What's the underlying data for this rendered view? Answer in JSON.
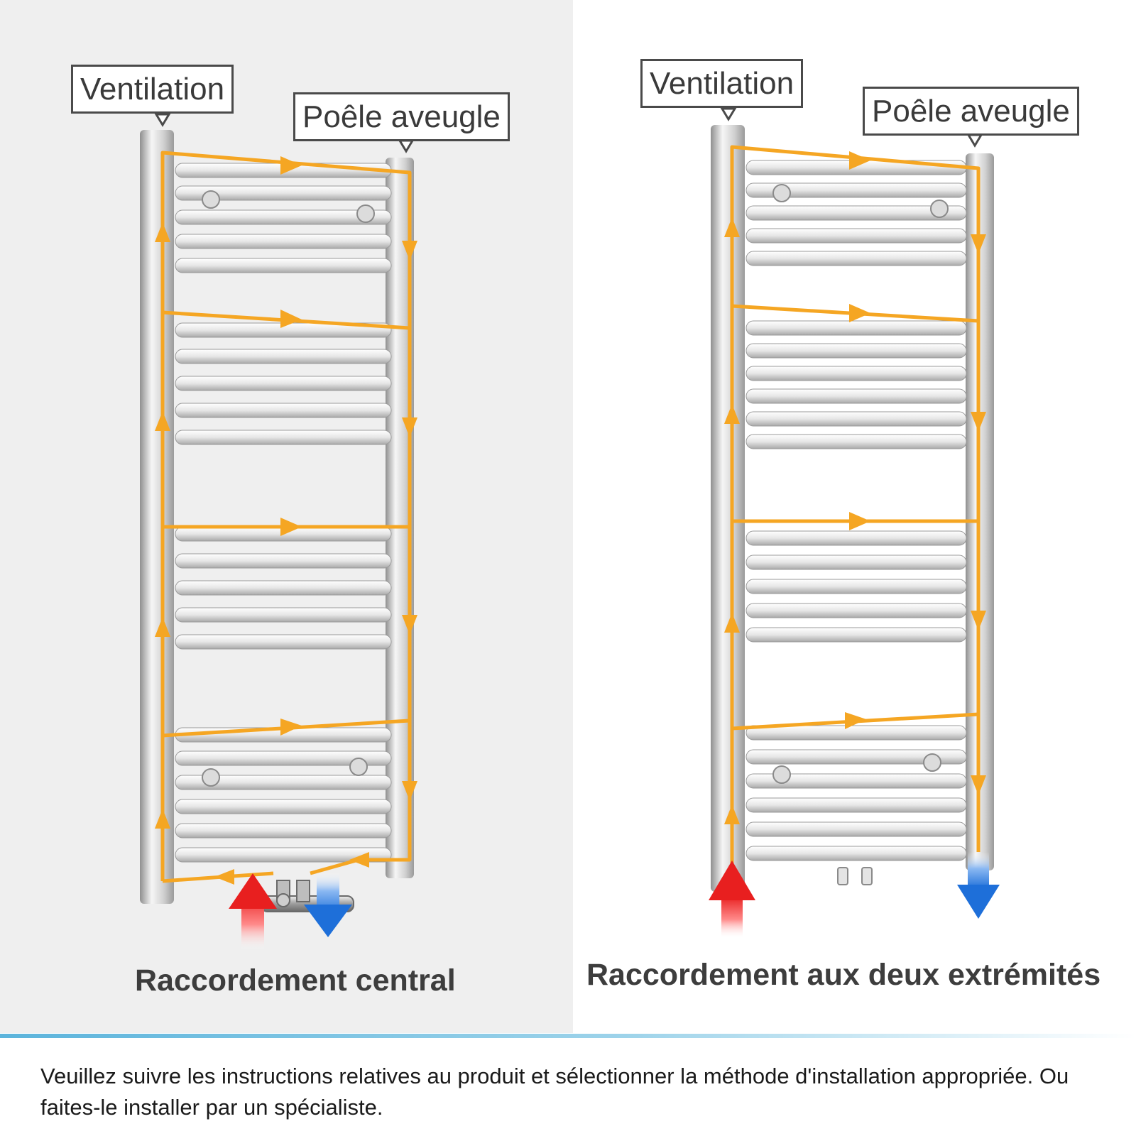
{
  "left": {
    "label_ventilation": "Ventilation",
    "label_blind_plug": "Poêle aveugle",
    "caption": "Raccordement central"
  },
  "right": {
    "label_ventilation": "Ventilation",
    "label_blind_plug": "Poêle aveugle",
    "caption": "Raccordement aux deux extrémités"
  },
  "footer": {
    "note": "Veuillez suivre les instructions relatives au produit et sélectionner la méthode d'installation appropriée. Ou faites-le installer par un spécialiste."
  },
  "colors": {
    "flow": "#f5a623",
    "hot": "#e81f1f",
    "cold": "#1e6fd9",
    "divider": "#5bb4dc"
  }
}
